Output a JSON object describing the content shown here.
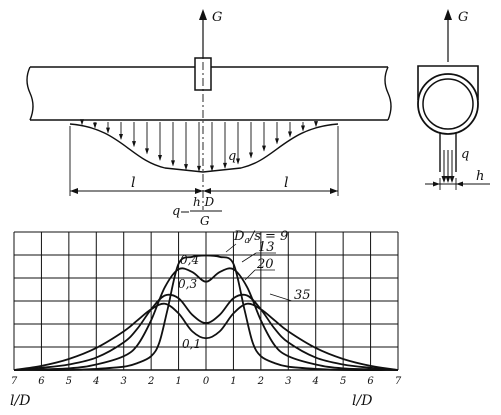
{
  "top_view": {
    "force_label": "G",
    "load_label": "q",
    "span_label_left": "l",
    "span_label_right": "l",
    "formula_lhs": "q",
    "formula_num": "h D",
    "formula_den": "G"
  },
  "cross_section": {
    "force_label": "G",
    "load_label": "q",
    "height_label": "h"
  },
  "chart_data": {
    "type": "line",
    "xlabel_left": "l/D",
    "xlabel_right": "l/D",
    "x_ticks": [
      -7,
      -6,
      -5,
      -4,
      -3,
      -2,
      -1,
      0,
      1,
      2,
      3,
      4,
      5,
      6,
      7
    ],
    "x_tick_labels": [
      "7",
      "6",
      "5",
      "4",
      "3",
      "2",
      "1",
      "0",
      "1",
      "2",
      "3",
      "4",
      "5",
      "6",
      "7"
    ],
    "xlim": [
      -7,
      7
    ],
    "ylim": [
      0,
      0.5
    ],
    "y_annotations": [
      "0,4",
      "0,3",
      "0,1"
    ],
    "grid": true,
    "series": [
      {
        "name": "9",
        "x": [
          -7,
          -5,
          -4,
          -3,
          -2.5,
          -2,
          -1.7,
          -1.4,
          -1,
          -0.5,
          0,
          0.5,
          1,
          1.4,
          1.7,
          2,
          2.5,
          3,
          4,
          5,
          7
        ],
        "y": [
          0,
          0,
          0.004,
          0.012,
          0.025,
          0.05,
          0.1,
          0.22,
          0.385,
          0.41,
          0.415,
          0.41,
          0.385,
          0.22,
          0.1,
          0.05,
          0.025,
          0.012,
          0.004,
          0,
          0
        ]
      },
      {
        "name": "13",
        "x": [
          -7,
          -5,
          -4,
          -3,
          -2.5,
          -2,
          -1.5,
          -1,
          -0.5,
          0,
          0.5,
          1,
          1.5,
          2,
          2.5,
          3,
          4,
          5,
          7
        ],
        "y": [
          0,
          0.006,
          0.02,
          0.05,
          0.09,
          0.18,
          0.3,
          0.365,
          0.355,
          0.32,
          0.355,
          0.365,
          0.3,
          0.18,
          0.09,
          0.05,
          0.02,
          0.006,
          0
        ]
      },
      {
        "name": "20",
        "x": [
          -7,
          -6,
          -5,
          -4,
          -3,
          -2.5,
          -2,
          -1.5,
          -1,
          -0.5,
          0,
          0.5,
          1,
          1.5,
          2,
          2.5,
          3,
          4,
          5,
          6,
          7
        ],
        "y": [
          0,
          0.008,
          0.02,
          0.045,
          0.1,
          0.15,
          0.22,
          0.27,
          0.26,
          0.2,
          0.17,
          0.2,
          0.26,
          0.27,
          0.22,
          0.15,
          0.1,
          0.045,
          0.02,
          0.008,
          0
        ]
      },
      {
        "name": "35",
        "x": [
          -7,
          -6,
          -5,
          -4,
          -3,
          -2.5,
          -2,
          -1.5,
          -1,
          -0.5,
          0,
          0.5,
          1,
          1.5,
          2,
          2.5,
          3,
          4,
          5,
          6,
          7
        ],
        "y": [
          0,
          0.015,
          0.04,
          0.08,
          0.14,
          0.18,
          0.22,
          0.24,
          0.205,
          0.14,
          0.115,
          0.14,
          0.205,
          0.24,
          0.22,
          0.18,
          0.14,
          0.08,
          0.04,
          0.015,
          0
        ]
      }
    ],
    "legend_prefix": "D",
    "legend_sub": "a",
    "legend_suffix": "/s = 9",
    "curve_labels": [
      "13",
      "20",
      "35"
    ]
  }
}
